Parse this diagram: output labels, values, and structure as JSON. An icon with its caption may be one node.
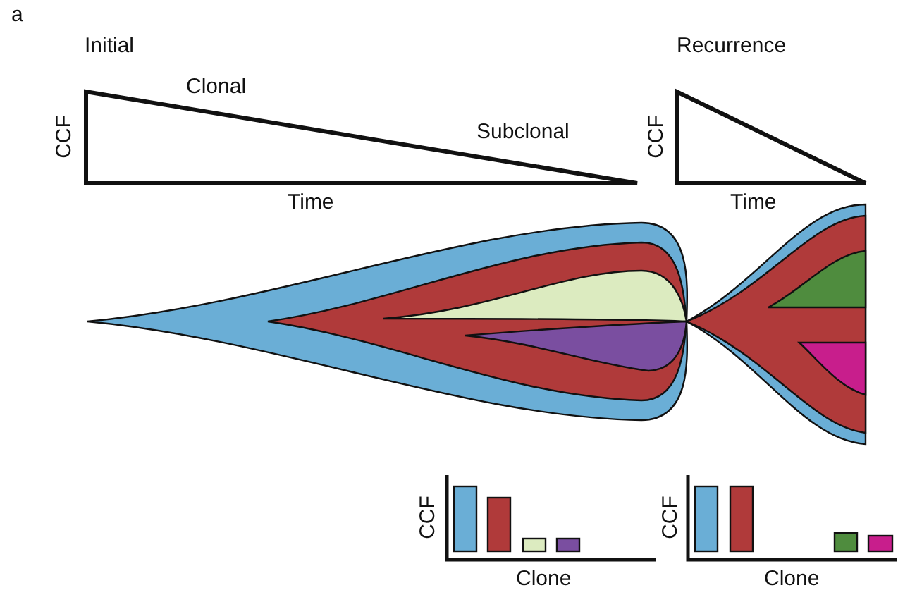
{
  "diagram": {
    "labels": [
      "a",
      "Initial",
      "Clonal",
      "Subclonal",
      "CCF",
      "Time",
      "Recurrence",
      "CCF",
      "Time",
      "CCF",
      "Clone",
      "CCF",
      "Clone"
    ]
  }
}
